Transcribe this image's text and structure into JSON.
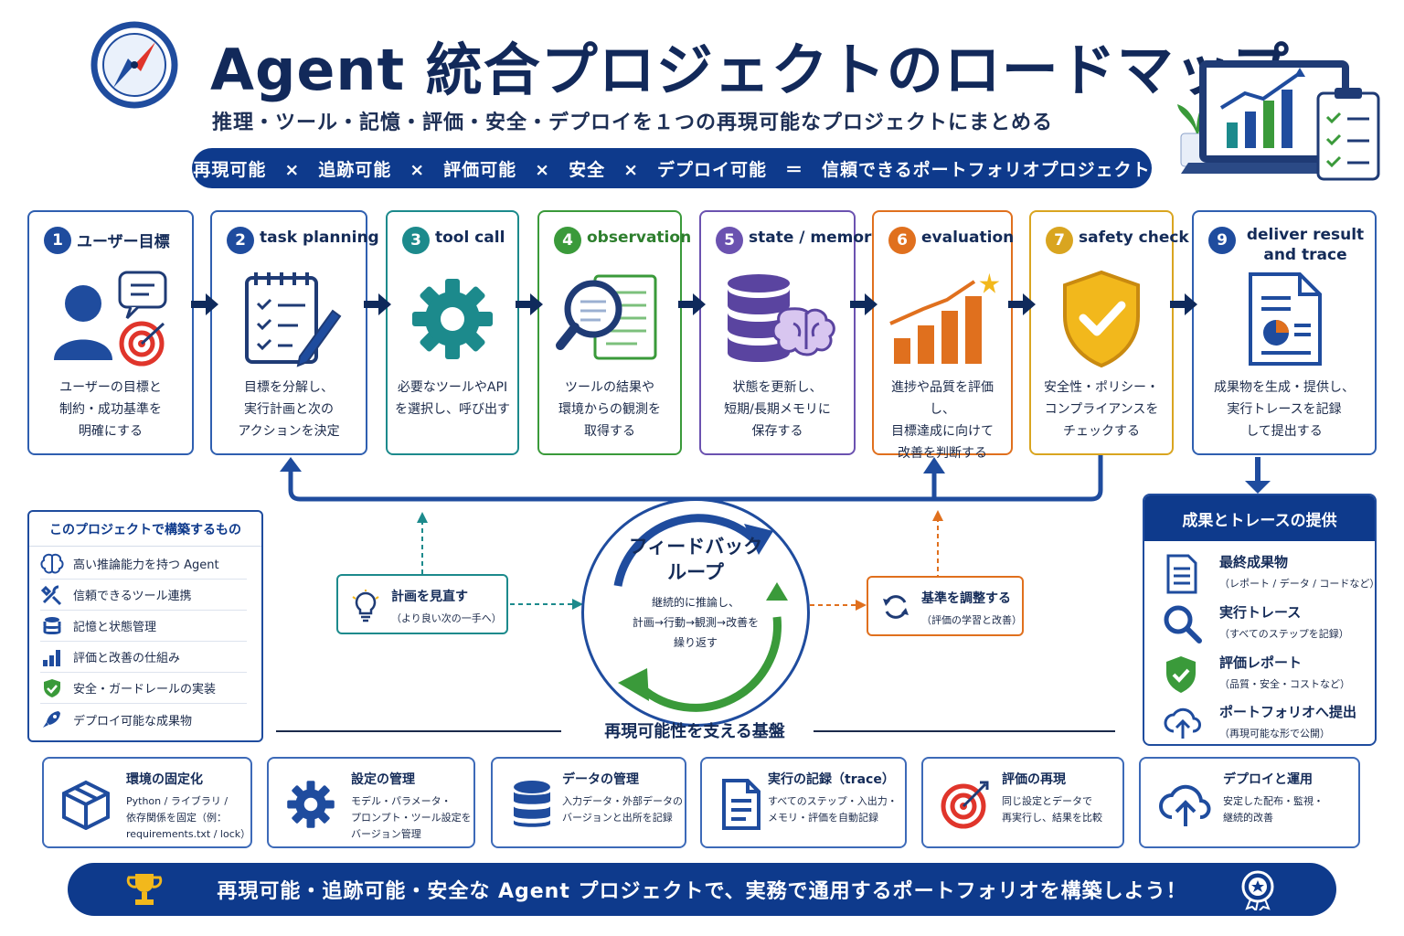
{
  "header": {
    "title": "Agent 統合プロジェクトのロードマップ",
    "subtitle": "推理・ツール・記憶・評価・安全・デプロイを１つの再現可能なプロジェクトにまとめる",
    "banner": "再現可能　×　追跡可能　×　評価可能　×　安全　×　デプロイ可能　＝　信頼できるポートフォリオプロジェクト"
  },
  "steps": [
    {
      "num": "1",
      "title": "ユーザー目標",
      "desc": "ユーザーの目標と\n制約・成功基準を\n明確にする",
      "color": "#1f4c9e"
    },
    {
      "num": "2",
      "title": "task planning",
      "desc": "目標を分解し、\n実行計画と次の\nアクションを決定",
      "color": "#1f4c9e"
    },
    {
      "num": "3",
      "title": "tool call",
      "desc": "必要なツールやAPI\nを選択し、呼び出す",
      "color": "#1c8a8c"
    },
    {
      "num": "4",
      "title": "observation",
      "desc": "ツールの結果や\n環境からの観測を\n取得する",
      "color": "#3a9a3a"
    },
    {
      "num": "5",
      "title": "state / memory",
      "desc": "状態を更新し、\n短期/長期メモリに\n保存する",
      "color": "#6b52b0"
    },
    {
      "num": "6",
      "title": "evaluation",
      "desc": "進捗や品質を評価し、\n目標達成に向けて\n改善を判断する",
      "color": "#e0701e"
    },
    {
      "num": "7",
      "title": "safety check",
      "desc": "安全性・ポリシー・\nコンプライアンスを\nチェックする",
      "color": "#d9a520"
    },
    {
      "num": "9",
      "title": "deliver result\nand trace",
      "desc": "成果物を生成・提供し、\n実行トレースを記録\nして提出する",
      "color": "#1f4c9e"
    }
  ],
  "build": {
    "heading": "このプロジェクトで構築するもの",
    "items": [
      "高い推論能力を持つ Agent",
      "信頼できるツール連携",
      "記憶と状態管理",
      "評価と改善の仕組み",
      "安全・ガードレールの実装",
      "デプロイ可能な成果物"
    ]
  },
  "loop": {
    "title": "フィードバック\nループ",
    "desc": "継続的に推論し、\n計画→行動→観測→改善を\n繰り返す",
    "left_title": "計画を見直す",
    "left_sub": "（より良い次の一手へ）",
    "right_title": "基準を調整する",
    "right_sub": "（評価の学習と改善）"
  },
  "deliver": {
    "heading": "成果とトレースの提供",
    "items": [
      {
        "title": "最終成果物",
        "sub": "（レポート / データ / コードなど）"
      },
      {
        "title": "実行トレース",
        "sub": "（すべてのステップを記録）"
      },
      {
        "title": "評価レポート",
        "sub": "（品質・安全・コストなど）"
      },
      {
        "title": "ポートフォリオへ提出",
        "sub": "（再現可能な形で公開）"
      }
    ]
  },
  "foundation": {
    "heading": "再現可能性を支える基盤",
    "cards": [
      {
        "title": "環境の固定化",
        "desc": "Python / ライブラリ /\n依存関係を固定（例：\nrequirements.txt / lock）"
      },
      {
        "title": "設定の管理",
        "desc": "モデル・パラメータ・\nプロンプト・ツール設定を\nバージョン管理"
      },
      {
        "title": "データの管理",
        "desc": "入力データ・外部データの\nバージョンと出所を記録"
      },
      {
        "title": "実行の記録（trace）",
        "desc": "すべてのステップ・入出力・\nメモリ・評価を自動記録"
      },
      {
        "title": "評価の再現",
        "desc": "同じ設定とデータで\n再実行し、結果を比較"
      },
      {
        "title": "デプロイと運用",
        "desc": "安定した配布・監視・\n継続的改善"
      }
    ]
  },
  "footer": "再現可能・追跡可能・安全な Agent プロジェクトで、実務で通用するポートフォリオを構築しよう！",
  "icons": [
    "compass-icon",
    "laptop-chart-icon",
    "clipboard-icon",
    "plant-icon",
    "user-target-icon",
    "notepad-pen-icon",
    "gear-icon",
    "magnifier-doc-icon",
    "database-brain-icon",
    "bar-chart-star-icon",
    "shield-check-icon",
    "report-doc-icon",
    "lightbulb-icon",
    "refresh-icon",
    "trophy-icon",
    "medal-icon"
  ]
}
